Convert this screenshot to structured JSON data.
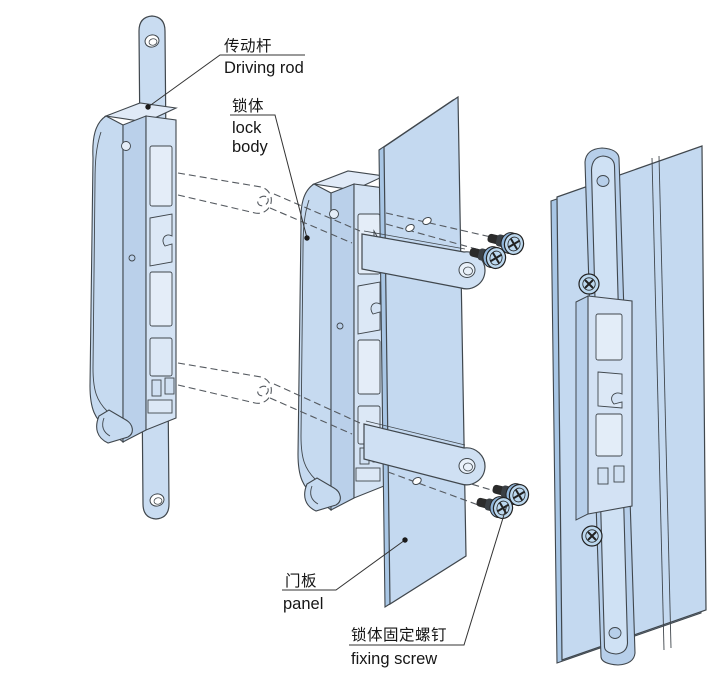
{
  "diagram": {
    "type": "exploded-assembly-technical-drawing",
    "labels": {
      "driving_rod": {
        "zh": "传动杆",
        "en": "Driving rod"
      },
      "lock_body": {
        "zh": "锁体",
        "en_line1": "lock",
        "en_line2": "body"
      },
      "panel": {
        "zh": "门板",
        "en": "panel"
      },
      "fixing_screw": {
        "zh": "锁体固定螺钉",
        "en": "fixing screw"
      }
    },
    "colors": {
      "background": "#ffffff",
      "part_fill": "#c6daf0",
      "part_fill_light": "#d4e3f4",
      "part_fill_dark": "#a8c6e5",
      "panel_fill": "#c4d9f0",
      "outline": "#40474d",
      "screw_head": "#bcd8ef",
      "screw_shank": "#2b2b2b",
      "leader_line": "#333333",
      "text": "#161616"
    }
  }
}
